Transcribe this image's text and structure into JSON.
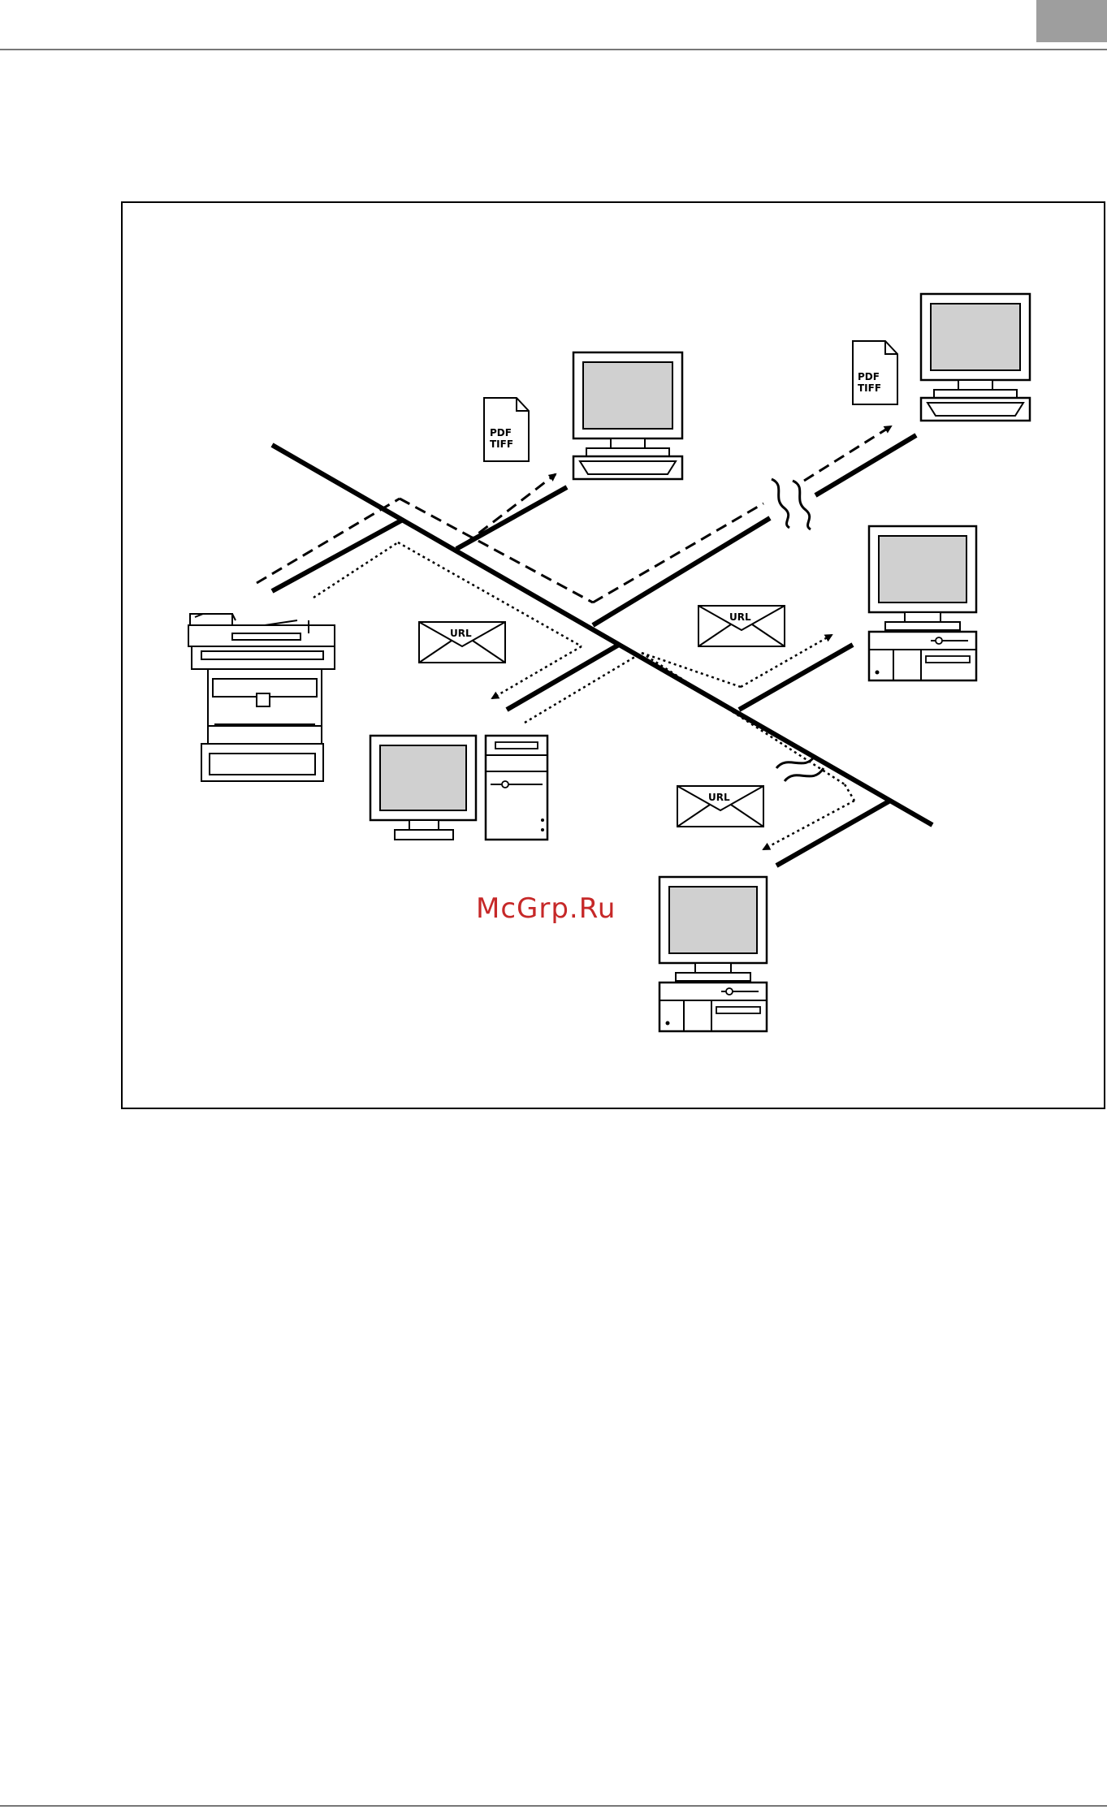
{
  "doc_labels": {
    "file_format_1": "PDF",
    "file_format_2": "TIFF",
    "url_label": "URL"
  },
  "watermark": {
    "text": "McGrp.Ru",
    "color": "#c62828"
  },
  "colors": {
    "screen_fill": "#d0d0d0",
    "line": "#000000",
    "corner_tab": "#9e9e9e"
  }
}
